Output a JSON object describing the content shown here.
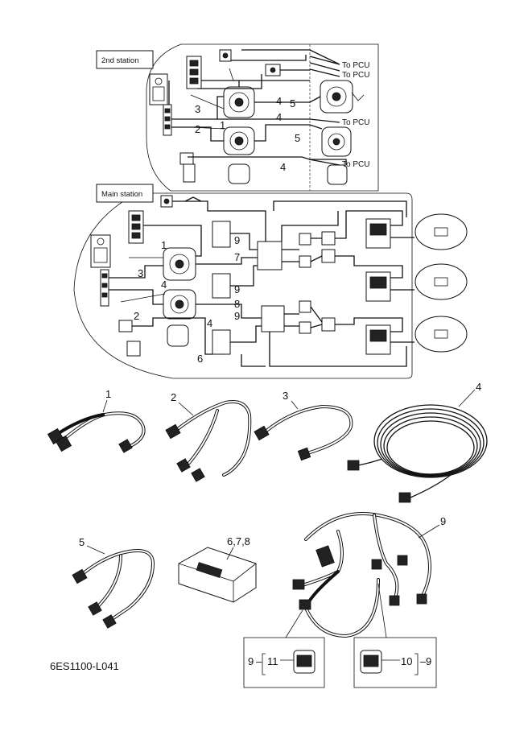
{
  "diagram": {
    "station_2": "2nd station",
    "station_main": "Main station",
    "to_pcu": [
      "To PCU",
      "To PCU",
      "To PCU",
      "To PCU"
    ],
    "callouts": {
      "upper": [
        "3",
        "2",
        "1",
        "4",
        "5",
        "4",
        "5",
        "4"
      ],
      "main": [
        "1",
        "3",
        "4",
        "2",
        "9",
        "7",
        "9",
        "8",
        "9",
        "4",
        "6"
      ]
    },
    "parts": [
      "1",
      "2",
      "3",
      "4",
      "5",
      "6,7,8",
      "9"
    ],
    "inset_left": {
      "ref": "9",
      "num": "11"
    },
    "inset_right": {
      "ref": "9",
      "num": "10"
    },
    "code": "6ES1100-L041"
  }
}
